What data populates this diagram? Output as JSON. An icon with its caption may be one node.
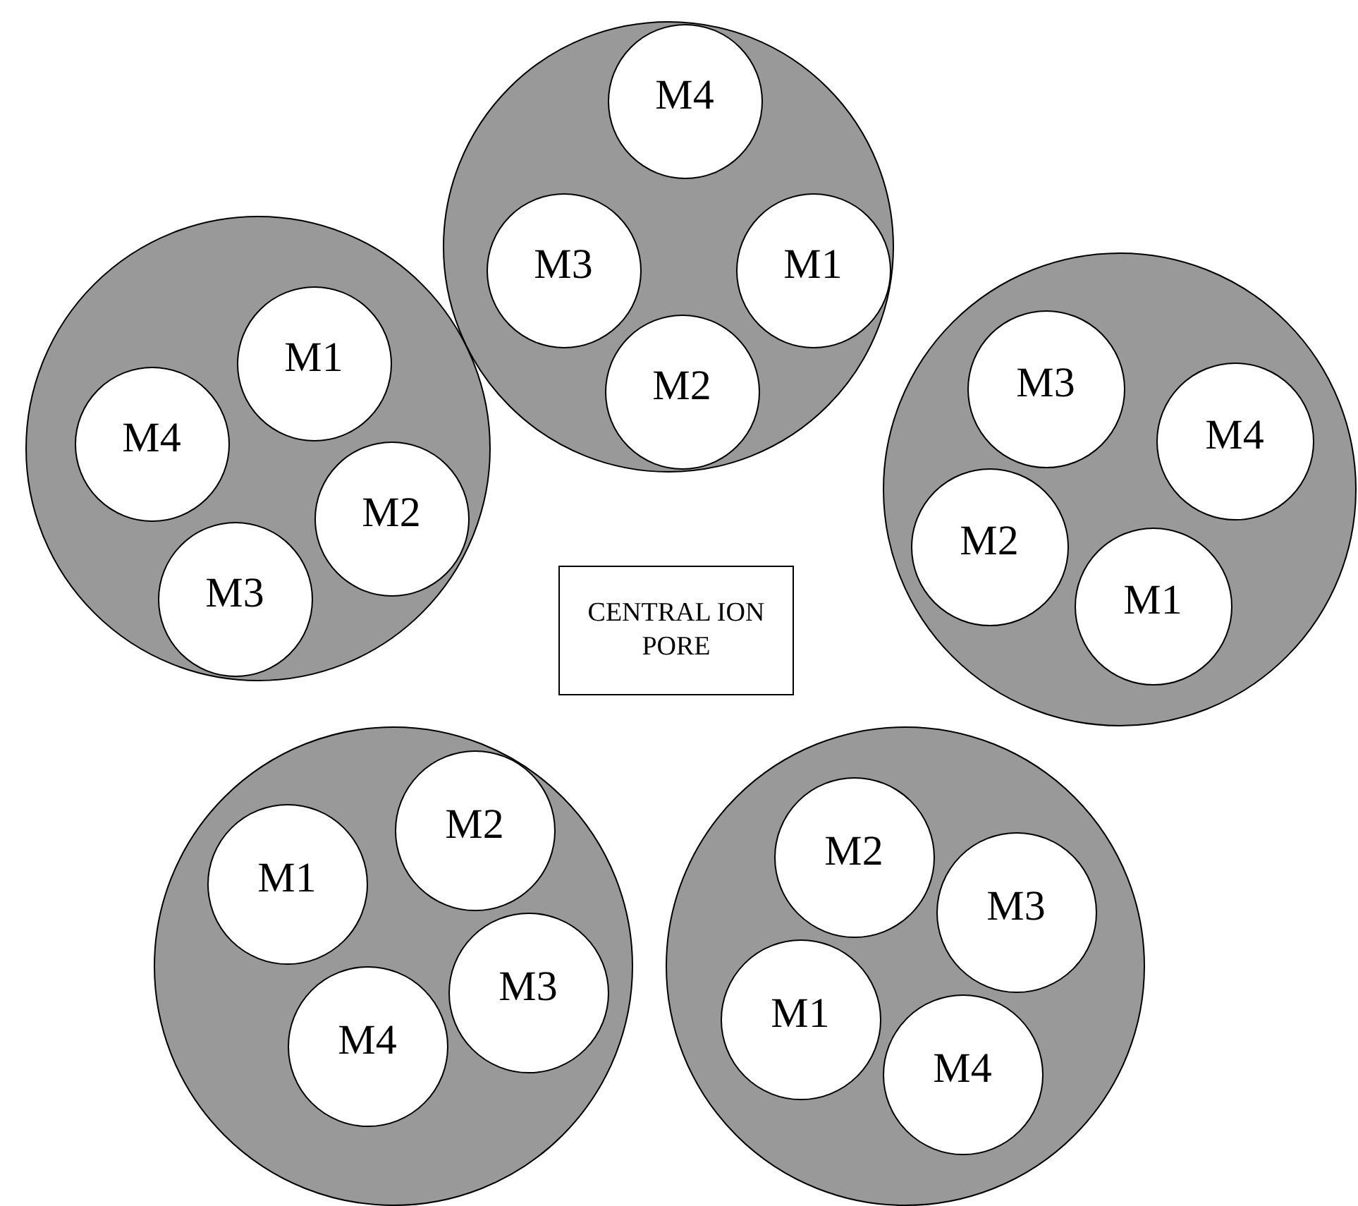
{
  "diagram": {
    "nodes": [
      {
        "text": [],
        "shape": "circle"
      },
      {
        "text": [
          "M4"
        ],
        "in": 0
      },
      {
        "text": [
          "M3"
        ],
        "in": 0
      },
      {
        "text": [
          "M1"
        ],
        "in": 0
      },
      {
        "text": [
          "M2"
        ],
        "in": 0
      },
      {
        "text": [],
        "shape": "circle"
      },
      {
        "text": [
          "M1"
        ],
        "in": 5
      },
      {
        "text": [
          "M4"
        ],
        "in": 5
      },
      {
        "text": [
          "M2"
        ],
        "in": 5
      },
      {
        "text": [
          "M3"
        ],
        "in": 5
      },
      {
        "text": [],
        "shape": "circle"
      },
      {
        "text": [
          "M3"
        ],
        "in": 10
      },
      {
        "text": [
          "M4"
        ],
        "in": 10
      },
      {
        "text": [
          "M2"
        ],
        "in": 10
      },
      {
        "text": [
          "M1"
        ],
        "in": 10
      },
      {
        "text": [
          "CENTRAL ION PORE"
        ]
      },
      {
        "text": [],
        "shape": "circle"
      },
      {
        "text": [
          "M2"
        ],
        "in": 16
      },
      {
        "text": [
          "M1"
        ],
        "in": 16
      },
      {
        "text": [
          "M3"
        ],
        "in": 16
      },
      {
        "text": [
          "M4"
        ],
        "in": 16
      },
      {
        "text": [],
        "shape": "circle"
      },
      {
        "text": [
          "M2"
        ],
        "in": 21
      },
      {
        "text": [
          "M3"
        ],
        "in": 21
      },
      {
        "text": [
          "M1"
        ],
        "in": 21
      },
      {
        "text": [
          "M4"
        ],
        "in": 21
      }
    ]
  }
}
